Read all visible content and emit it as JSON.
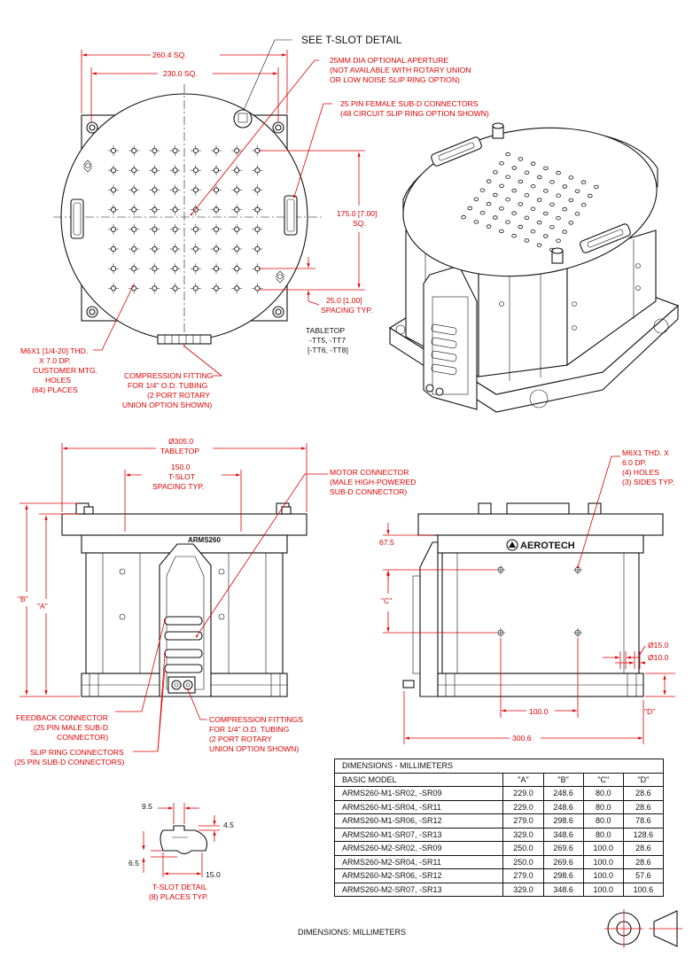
{
  "top_view": {
    "see_tslot_detail": "SEE T-SLOT DETAIL",
    "dim_260": "260.4 SQ.",
    "dim_230": "230.0 SQ.",
    "aperture": [
      "25MM DIA OPTIONAL APERTURE",
      "(NOT AVAILABLE WITH ROTARY UNION",
      "OR LOW NOISE SLIP RING OPTION)"
    ],
    "subd": [
      "25 PIN FEMALE SUB-D CONNECTORS",
      "(48 CIRCUIT SLIP RING OPTION SHOWN)"
    ],
    "dim_175": [
      "175.0 [7.00]",
      "SQ."
    ],
    "dim_25": [
      "25.0 [1.00]",
      "SPACING TYP."
    ],
    "tabletop": [
      "TABLETOP",
      "-TT5, -TT7",
      "[-TT6, -TT8]"
    ],
    "holes": [
      "M6X1 [1/4-20] THD.",
      "X 7.0 DP.",
      "CUSTOMER MTG.",
      "HOLES",
      "(64) PLACES"
    ],
    "compression": [
      "COMPRESSION FITTING",
      "FOR 1/4\" O.D. TUBING",
      "(2 PORT ROTARY",
      "UNION OPTION SHOWN)"
    ]
  },
  "front_view": {
    "diameter": [
      "Ø305.0",
      "TABLETOP"
    ],
    "tslot_spacing": [
      "150.0",
      "T-SLOT",
      "SPACING TYP."
    ],
    "motor_connector": [
      "MOTOR CONNECTOR",
      "(MALE HIGH-POWERED",
      "SUB-D CONNECTOR)"
    ],
    "dim_b": "\"B\"",
    "dim_a": "\"A\"",
    "model_label": "ARMS260",
    "feedback": [
      "FEEDBACK CONNECTOR",
      "(25 PIN MALE SUB-D",
      "CONNECTOR)"
    ],
    "slip_ring": [
      "SLIP RING CONNECTORS",
      "(25 PIN SUB-D CONNECTORS)"
    ],
    "fittings": [
      "COMPRESSION FITTINGS",
      "FOR 1/4\" O.D. TUBING",
      "(2 PORT ROTARY",
      "UNION OPTION SHOWN)"
    ]
  },
  "side_view": {
    "holes": [
      "M6X1 THD. X",
      "6.0 DP.",
      "(4) HOLES",
      "(3) SIDES TYP."
    ],
    "dim_67": "67.5",
    "dim_c": "\"C\"",
    "brand": "AEROTECH",
    "d15": "Ø15.0",
    "d10": "Ø10.0",
    "dim_100": "100.0",
    "dim_d": "\"D\"",
    "dim_300": "300.6"
  },
  "tslot_detail": {
    "d95": "9.5",
    "d45": "4.5",
    "d65": "6.5",
    "d150": "15.0",
    "caption": [
      "T-SLOT DETAIL",
      "(8) PLACES TYP."
    ]
  },
  "table": {
    "title": "DIMENSIONS - MILLIMETERS",
    "headers": [
      "BASIC MODEL",
      "\"A\"",
      "\"B\"",
      "\"C\"",
      "\"D\""
    ],
    "rows": [
      [
        "ARMS260-M1-SR02, -SR09",
        "229.0",
        "248.6",
        "80.0",
        "28.6"
      ],
      [
        "ARMS260-M1-SR04, -SR11",
        "229.0",
        "248.6",
        "80.0",
        "28.6"
      ],
      [
        "ARMS260-M1-SR06, -SR12",
        "279.0",
        "298.6",
        "80.0",
        "78.6"
      ],
      [
        "ARMS260-M1-SR07, -SR13",
        "329.0",
        "348.6",
        "80.0",
        "128.6"
      ],
      [
        "ARMS260-M2-SR02, -SR09",
        "250.0",
        "269.6",
        "100.0",
        "28.6"
      ],
      [
        "ARMS260-M2-SR04, -SR11",
        "250.0",
        "269.6",
        "100.0",
        "28.6"
      ],
      [
        "ARMS260-M2-SR06, -SR12",
        "279.0",
        "298.6",
        "100.0",
        "57.6"
      ],
      [
        "ARMS260-M2-SR07, -SR13",
        "329.0",
        "348.6",
        "100.0",
        "100.6"
      ]
    ]
  },
  "footer": "DIMENSIONS:  MILLIMETERS"
}
